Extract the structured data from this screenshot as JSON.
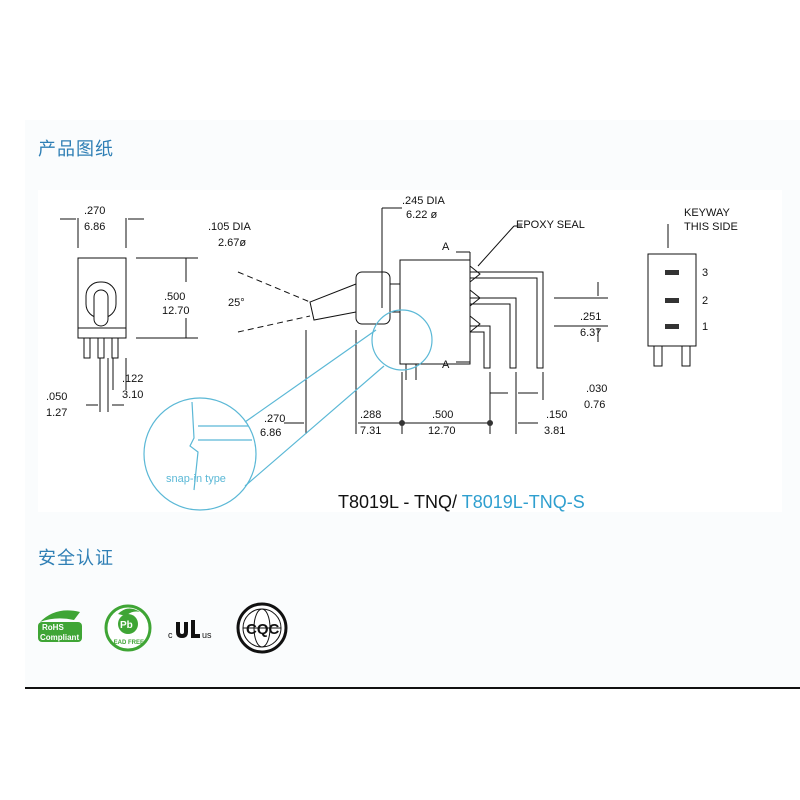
{
  "sections": {
    "drawing_title": "产品图纸",
    "cert_title": "安全认证"
  },
  "drawing": {
    "part_number_prefix": "T8019L - TNQ/ ",
    "part_number_suffix": "T8019L-TNQ-S",
    "label_epoxy": "EPOXY SEAL",
    "label_keyway_1": "KEYWAY",
    "label_keyway_2": "THIS SIDE",
    "label_snap": "snap-in type",
    "section_a": "A",
    "angle": "25°",
    "dims": {
      "w270_in": ".270",
      "w270_mm": "6.86",
      "d105_in": ".105 DIA",
      "d105_mm": "2.67ø",
      "d245_in": ".245 DIA",
      "d245_mm": "6.22 ø",
      "h500_in": ".500",
      "h500_mm": "12.70",
      "p050_in": ".050",
      "p050_mm": "1.27",
      "p122_in": ".122",
      "p122_mm": "3.10",
      "b270_in": ".270",
      "b270_mm": "6.86",
      "b288_in": ".288",
      "b288_mm": "7.31",
      "b500_in": ".500",
      "b500_mm": "12.70",
      "h251_in": ".251",
      "h251_mm": "6.37",
      "p030_in": ".030",
      "p030_mm": "0.76",
      "p150_in": ".150",
      "p150_mm": "3.81"
    },
    "pins": [
      "3",
      "2",
      "1"
    ]
  },
  "certs": {
    "rohs_1": "RoHS",
    "rohs_2": "Compliant",
    "pb": "Pb",
    "lead_free": "LEAD FREE",
    "ul_c": "c",
    "ul_us": "us",
    "cqc": "CQC"
  },
  "colors": {
    "accent": "#2f7fb5",
    "callout": "#5bb8d6",
    "eco_green": "#3fa535"
  }
}
